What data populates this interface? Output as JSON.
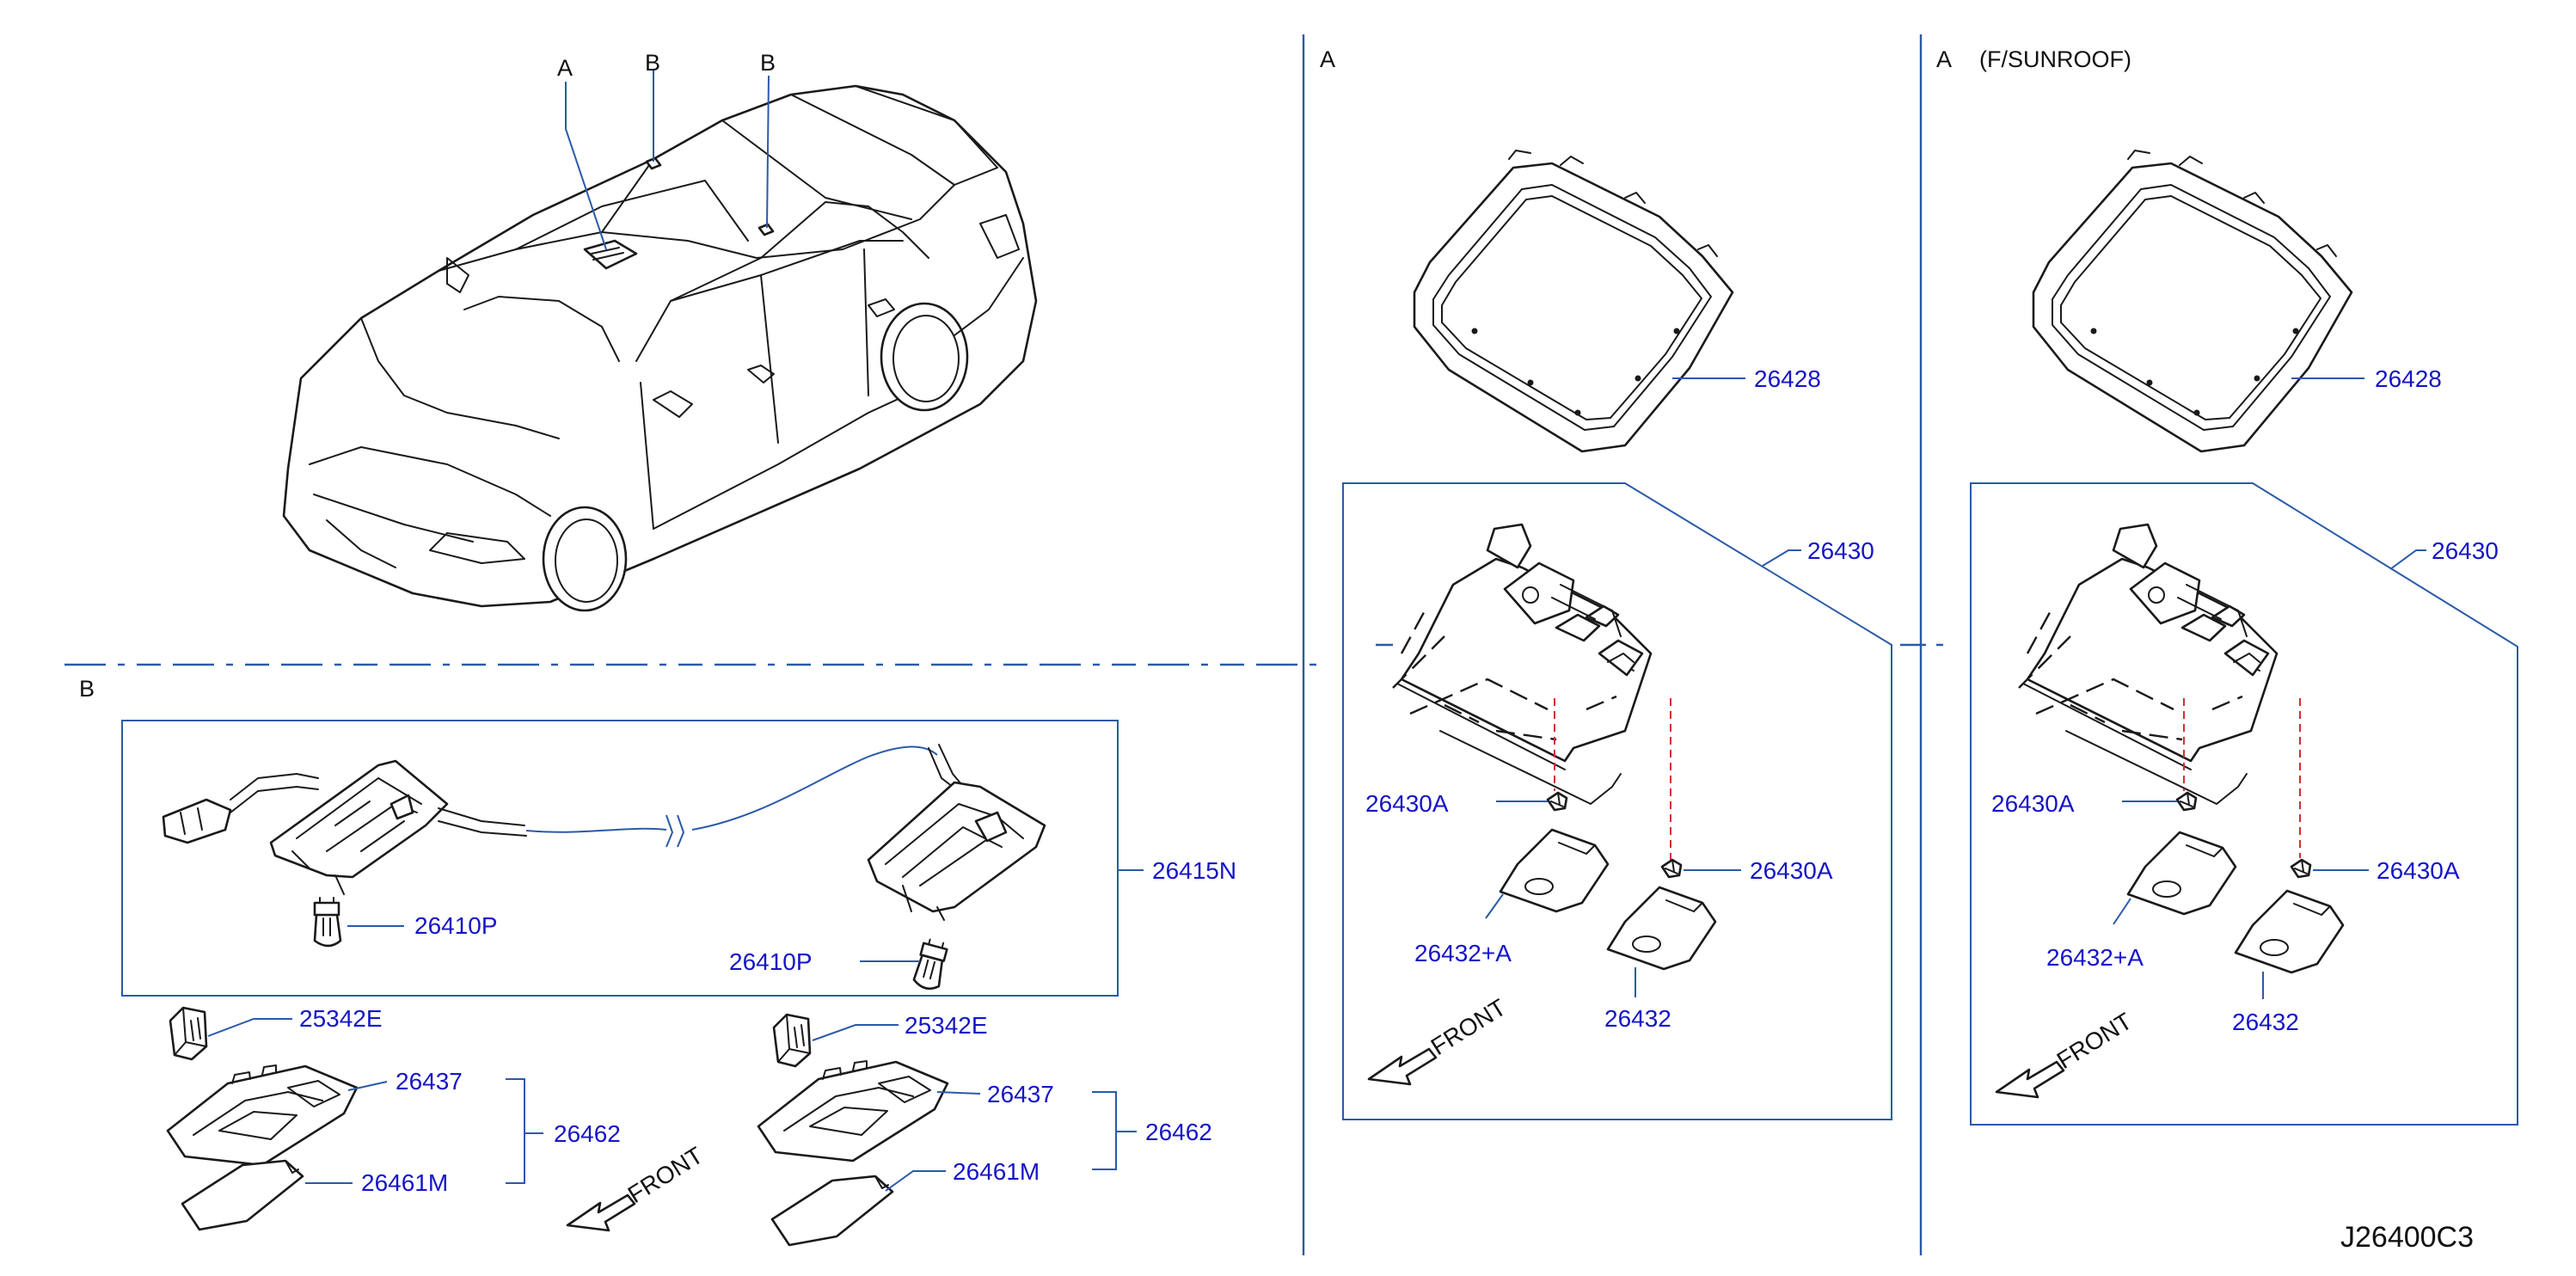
{
  "figure_code": "J26400C3",
  "sections": {
    "b_heading": "B",
    "middle_heading": "A",
    "right_heading": "A",
    "right_heading_note": "(F/SUNROOF)"
  },
  "car_callouts": [
    "A",
    "B",
    "B"
  ],
  "section_b": {
    "harness": "26415N",
    "bulb_left": "26410P",
    "bulb_right": "26410P",
    "left": {
      "clip": "25342E",
      "housing": "26437",
      "assembly": "26462",
      "lens": "26461M",
      "front": "FRONT"
    },
    "right": {
      "clip": "25342E",
      "housing": "26437",
      "assembly": "26462",
      "lens": "26461M"
    }
  },
  "panel_a": {
    "finisher": "26428",
    "lamp": "26430",
    "bulb_left": "26430A",
    "bulb_right": "26430A",
    "lens_left": "26432+A",
    "lens_right": "26432",
    "front": "FRONT"
  },
  "panel_sunroof": {
    "finisher": "26428",
    "lamp": "26430",
    "bulb_left": "26430A",
    "bulb_right": "26430A",
    "lens_left": "26432+A",
    "lens_right": "26432",
    "front": "FRONT"
  }
}
